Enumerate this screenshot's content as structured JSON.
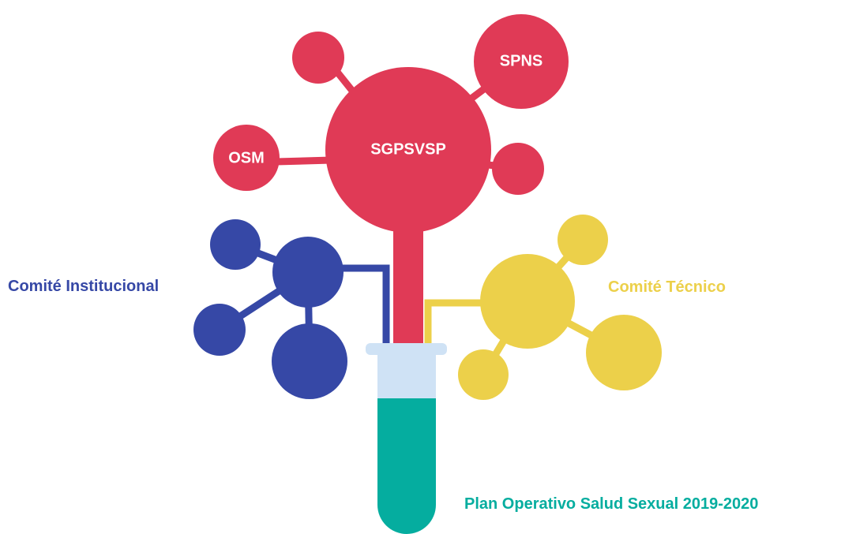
{
  "colors": {
    "red": "#e03a56",
    "blue": "#3648a6",
    "yellow": "#ecd04a",
    "teal": "#05ad9f",
    "tube_light": "#cfe2f5"
  },
  "nodes": {
    "sgpsvsp": "SGPSVSP",
    "spns": "SPNS",
    "osm": "OSM"
  },
  "labels": {
    "comite_institucional": "Comité Institucional",
    "comite_tecnico": "Comité Técnico",
    "plan": "Plan Operativo Salud Sexual 2019-2020"
  }
}
